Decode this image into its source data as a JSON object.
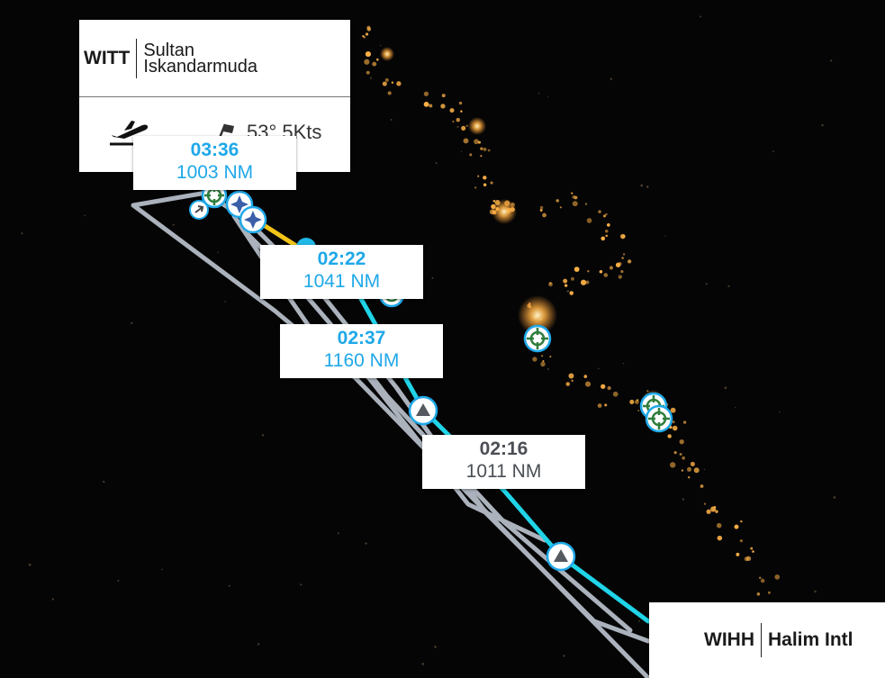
{
  "departure": {
    "icao": "WITT",
    "name_line1": "Sultan",
    "name_line2": "Iskandarmuda",
    "wind": "53° 5Kts",
    "takeoff_icon": "takeoff-icon",
    "wind_icon": "windsock-icon"
  },
  "arrival": {
    "icao": "WIHH",
    "name": "Halim Intl"
  },
  "legs": [
    {
      "time": "03:36",
      "distance": "1003 NM"
    },
    {
      "time": "02:22",
      "distance": "1041 NM"
    },
    {
      "time": "02:37",
      "distance": "1160 NM"
    },
    {
      "time": "02:16",
      "distance": "1011 NM"
    }
  ],
  "colors": {
    "map_background": "#050506",
    "city_lights": "#ffb347",
    "route_active": "#20d4e8",
    "route_inactive": "#b4bcc6",
    "route_highlight": "#f2c418",
    "label_blue": "#1fa8e8",
    "label_gray": "#4a4f55",
    "airport_marker": "#2f7d3c"
  },
  "markers": [
    {
      "type": "airport-marker"
    },
    {
      "type": "airport-marker"
    },
    {
      "type": "airport-marker"
    },
    {
      "type": "airport-marker"
    },
    {
      "type": "airport-marker"
    },
    {
      "type": "waypoint-star-marker"
    },
    {
      "type": "waypoint-star-marker"
    },
    {
      "type": "waypoint-triangle-marker"
    },
    {
      "type": "waypoint-triangle-marker"
    },
    {
      "type": "takeoff-marker"
    }
  ]
}
